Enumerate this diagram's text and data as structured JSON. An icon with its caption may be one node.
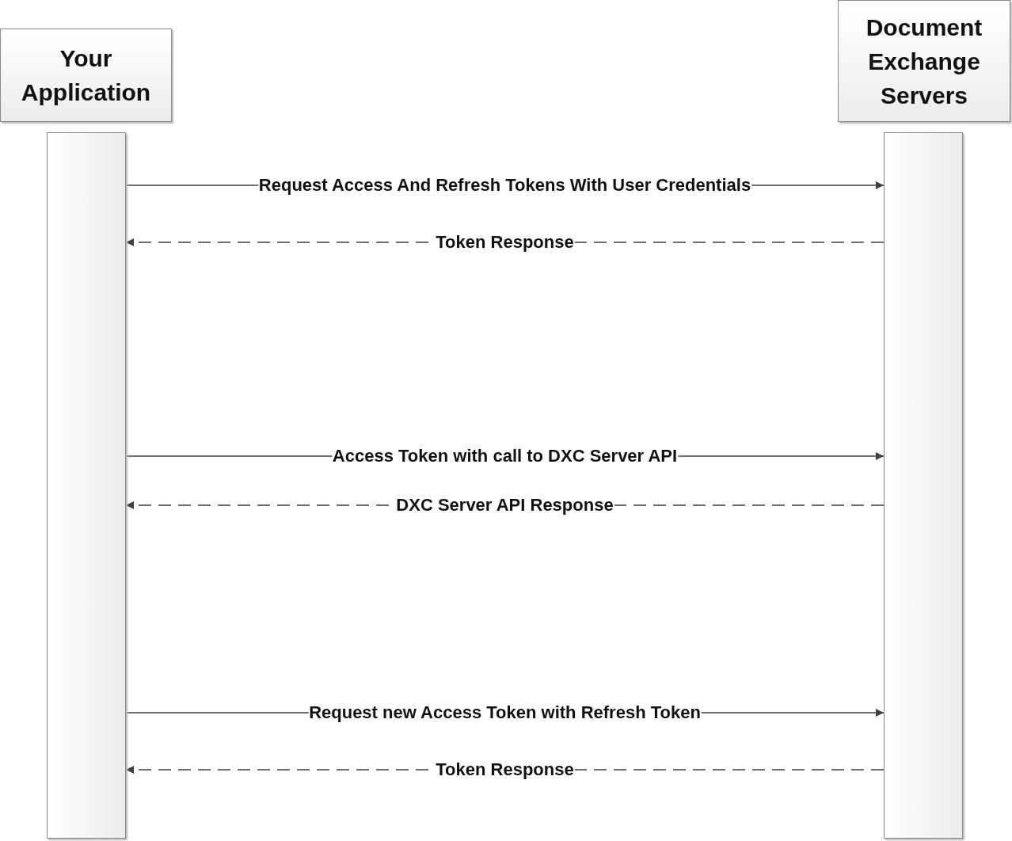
{
  "diagram": {
    "nodes": [
      {
        "text": [
          "Your Application"
        ]
      },
      {
        "text": [
          "Document Exchange Servers"
        ]
      },
      {
        "text": [],
        "shape": "bar"
      },
      {
        "text": [],
        "shape": "bar"
      }
    ],
    "edges": [
      {
        "from": 2,
        "to": 3,
        "arrow": "to",
        "label": "Request Access And Refresh Tokens With User Credentials"
      },
      {
        "from": 3,
        "to": 2,
        "arrow": "to",
        "label": "Token Response",
        "style": "dashed"
      },
      {
        "from": 2,
        "to": 3,
        "arrow": "to",
        "label": "Access Token with call to DXC Server API"
      },
      {
        "from": 3,
        "to": 2,
        "arrow": "to",
        "label": "DXC Server API Response",
        "style": "dashed"
      },
      {
        "from": 2,
        "to": 3,
        "arrow": "to",
        "label": "Request new Access Token with Refresh Token"
      },
      {
        "from": 3,
        "to": 2,
        "arrow": "to",
        "label": "Token Response",
        "style": "dashed"
      }
    ]
  }
}
